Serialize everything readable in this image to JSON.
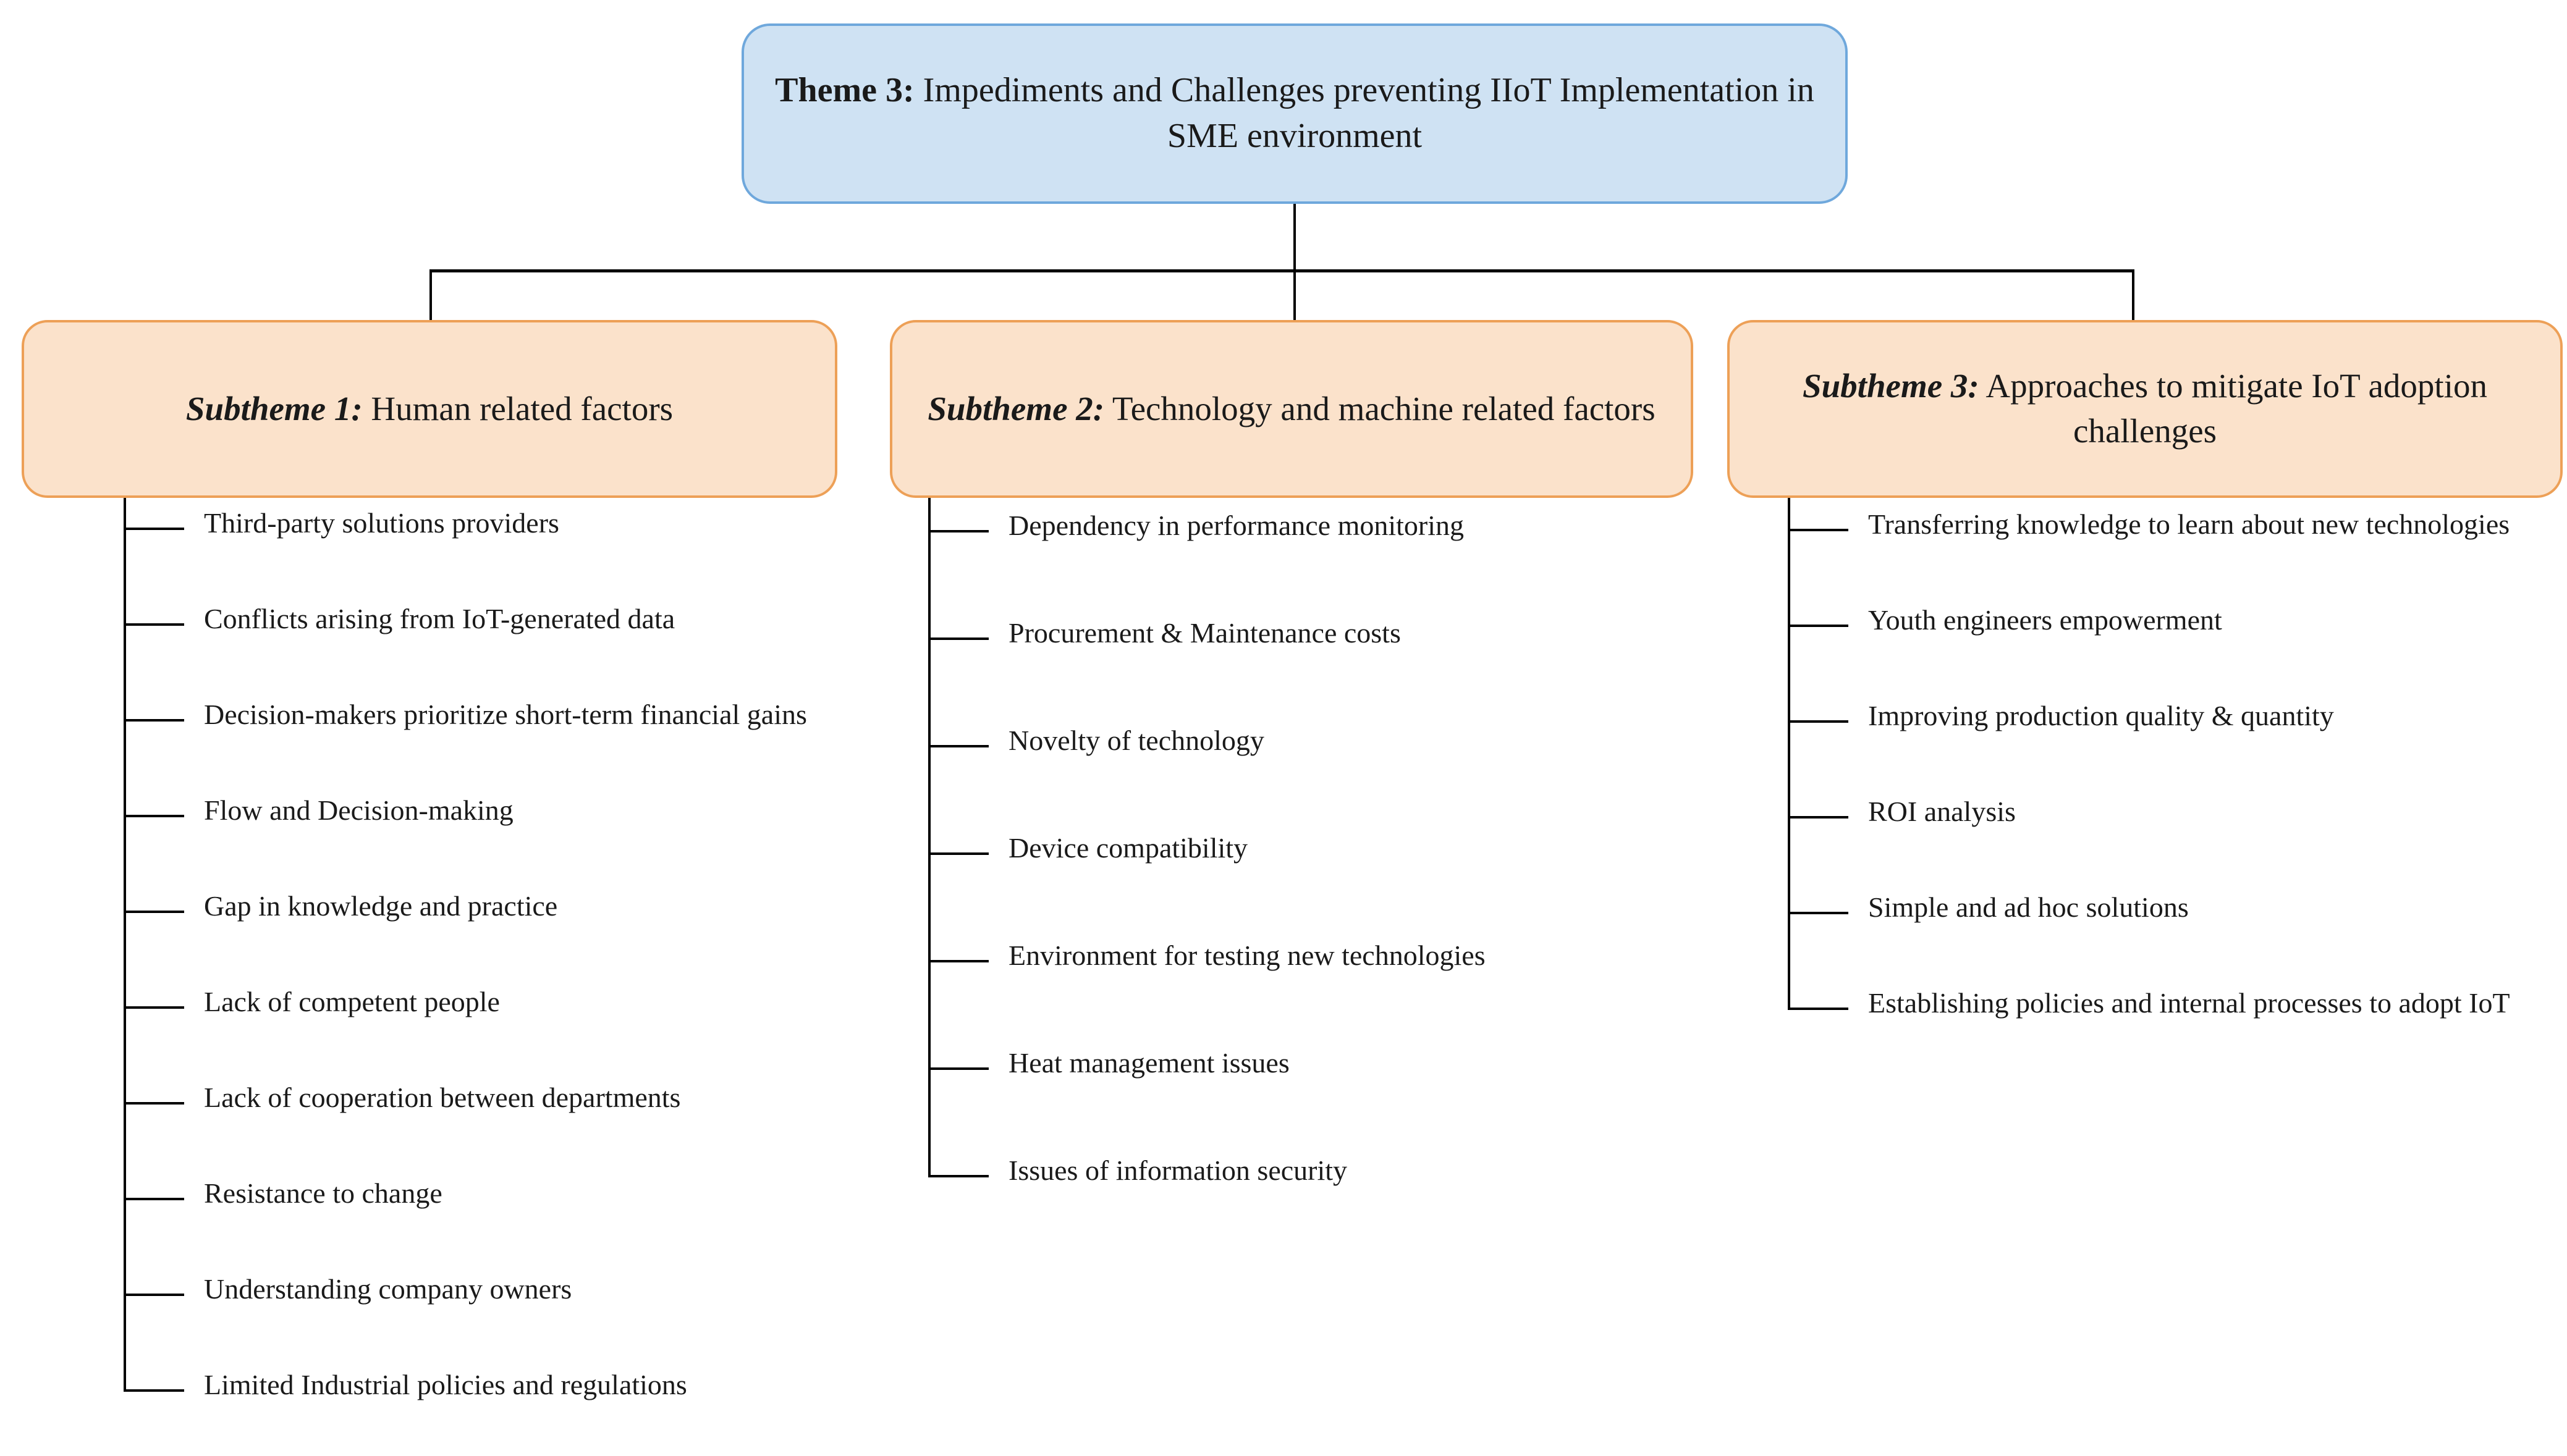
{
  "diagram": {
    "theme": {
      "lead": "Theme 3:",
      "text": " Impediments and Challenges preventing IIoT Implementation in SME environment"
    },
    "colors": {
      "theme_fill": "#cfe2f3",
      "theme_border": "#6fa8dc",
      "subtheme_fill": "#fbe2cb",
      "subtheme_border": "#eda057",
      "connector": "#000000",
      "text": "#1a1a1a"
    },
    "subthemes": [
      {
        "lead": "Subtheme 1:",
        "text": " Human related factors",
        "items": [
          "Third-party solutions providers",
          "Conflicts arising from IoT-generated data",
          "Decision-makers prioritize short-term financial gains",
          "Flow and Decision-making",
          "Gap in knowledge and practice",
          "Lack of competent people",
          "Lack of cooperation between departments",
          "Resistance to change",
          "Understanding company owners",
          "Limited Industrial policies and regulations"
        ]
      },
      {
        "lead": "Subtheme 2:",
        "text": " Technology and machine related factors",
        "items": [
          "Dependency in performance monitoring",
          "Procurement & Maintenance costs",
          "Novelty of technology",
          "Device compatibility",
          "Environment for testing new technologies",
          "Heat management issues",
          "Issues of information security"
        ]
      },
      {
        "lead": "Subtheme 3:",
        "text": " Approaches to mitigate IoT adoption challenges",
        "items": [
          "Transferring knowledge to learn about new technologies",
          "Youth engineers empowerment",
          "Improving production quality & quantity",
          "ROI analysis",
          "Simple and ad hoc solutions",
          "Establishing policies and internal processes to adopt IoT"
        ]
      }
    ]
  }
}
